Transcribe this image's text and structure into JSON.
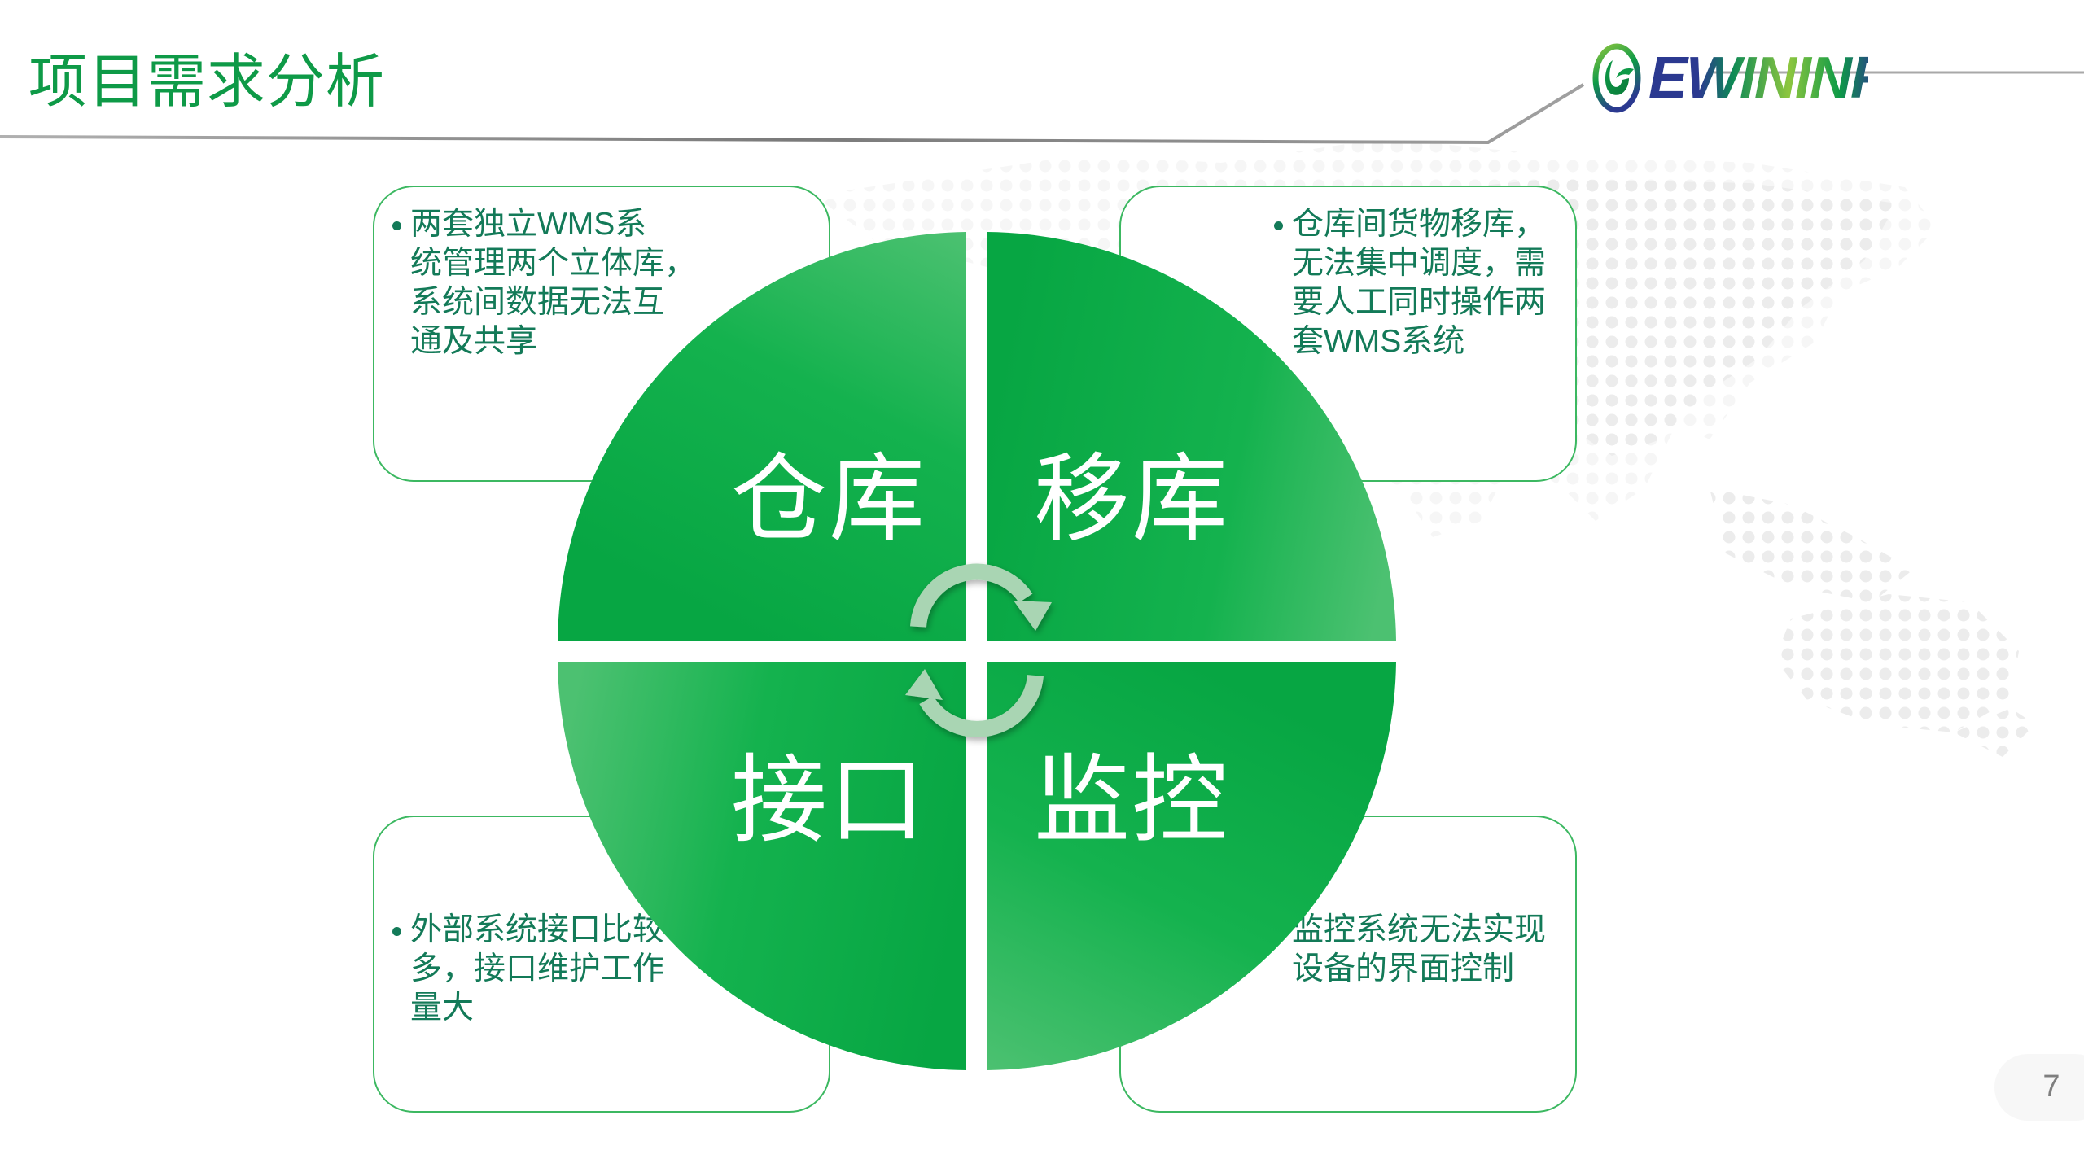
{
  "slide": {
    "title": "项目需求分析",
    "page_number": "7"
  },
  "logo": {
    "text": "EWININFO",
    "icon": "ewininfo-swirl-logo-icon"
  },
  "colors": {
    "title_green": "#0E9A47",
    "text_green": "#137A58",
    "card_border": "#3CB861",
    "quadrant_green": "#09AD48",
    "quadrant_light": "#4CC171",
    "cycle_arrow": "#A9D5B3",
    "logo_blue": "#2B3990",
    "logo_green": "#8DC63F",
    "header_line": "#8c8c8c"
  },
  "quadrants": [
    {
      "id": "warehouse",
      "label": "仓库"
    },
    {
      "id": "transfer",
      "label": "移库"
    },
    {
      "id": "interface",
      "label": "接口"
    },
    {
      "id": "monitoring",
      "label": "监控"
    }
  ],
  "cards": [
    {
      "position": "top-left",
      "text": "两套独立WMS系统管理两个立体库，系统间数据无法互通及共享",
      "lines": [
        "两套独立WMS系",
        "统管理两个立体库，",
        "系统间数据无法互",
        "通及共享"
      ]
    },
    {
      "position": "top-right",
      "text": "仓库间货物移库，无法集中调度，需要人工同时操作两套WMS系统",
      "lines": [
        "仓库间货物移库，",
        "无法集中调度，需",
        "要人工同时操作两",
        "套WMS系统"
      ]
    },
    {
      "position": "bottom-left",
      "text": "外部系统接口比较多，接口维护工作量大",
      "lines": [
        "外部系统接口比较",
        "多，接口维护工作",
        "量大"
      ]
    },
    {
      "position": "bottom-right",
      "text": "监控系统无法实现设备的界面控制",
      "lines": [
        "监控系统无法实现",
        "设备的界面控制"
      ]
    }
  ],
  "center_icon": "cycle-arrows-icon",
  "background": "dotted-world-map"
}
